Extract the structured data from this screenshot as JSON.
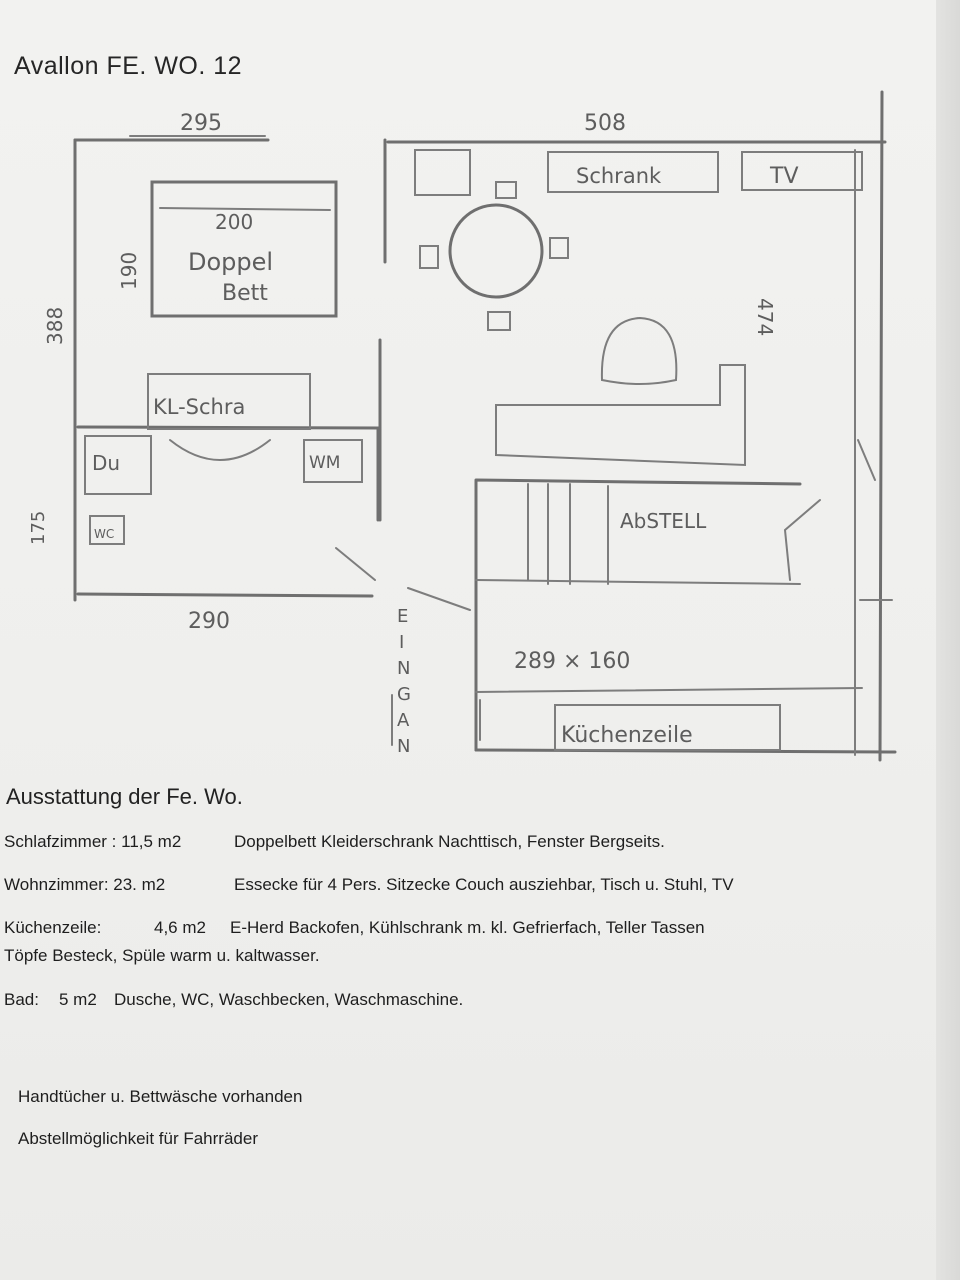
{
  "title": "Avallon  FE. WO. 12",
  "floorplan": {
    "dims": {
      "top_left": "295",
      "top_right": "508",
      "left_upper": "388",
      "left_lower": "175",
      "bed_width": "200",
      "bed_length": "190",
      "bottom_left": "290",
      "right_side": "474",
      "kitchen_area": "289 × 160"
    },
    "labels": {
      "bed_line1": "Doppel",
      "bed_line2": "Bett",
      "wardrobe": "KL-Schra",
      "shower": "Du",
      "wc": "WC",
      "washer": "WM",
      "cabinet": "Schrank",
      "tv": "TV",
      "storage": "AbSTELL",
      "kitchenette": "Küchenzeile",
      "entrance": "EINGAN"
    }
  },
  "equipment": {
    "heading": "Ausstattung der Fe. Wo.",
    "rows": [
      {
        "label": "Schlafzimmer : 11,5 m2",
        "text": "Doppelbett Kleiderschrank  Nachttisch, Fenster Bergseits."
      },
      {
        "label": "Wohnzimmer:  23. m2",
        "text": "Essecke für 4 Pers. Sitzecke Couch ausziehbar, Tisch u. Stuhl, TV"
      },
      {
        "label": "Küchenzeile:",
        "area": "4,6 m2",
        "text": "E-Herd Backofen, Kühlschrank m. kl. Gefrierfach, Teller Tassen",
        "text2": "Töpfe Besteck, Spüle warm u. kaltwasser."
      },
      {
        "label": "Bad:",
        "area": "5 m2",
        "text": "Dusche, WC, Waschbecken, Waschmaschine."
      }
    ],
    "notes": [
      "Handtücher u. Bettwäsche vorhanden",
      "Abstellmöglichkeit für Fahrräder"
    ]
  }
}
